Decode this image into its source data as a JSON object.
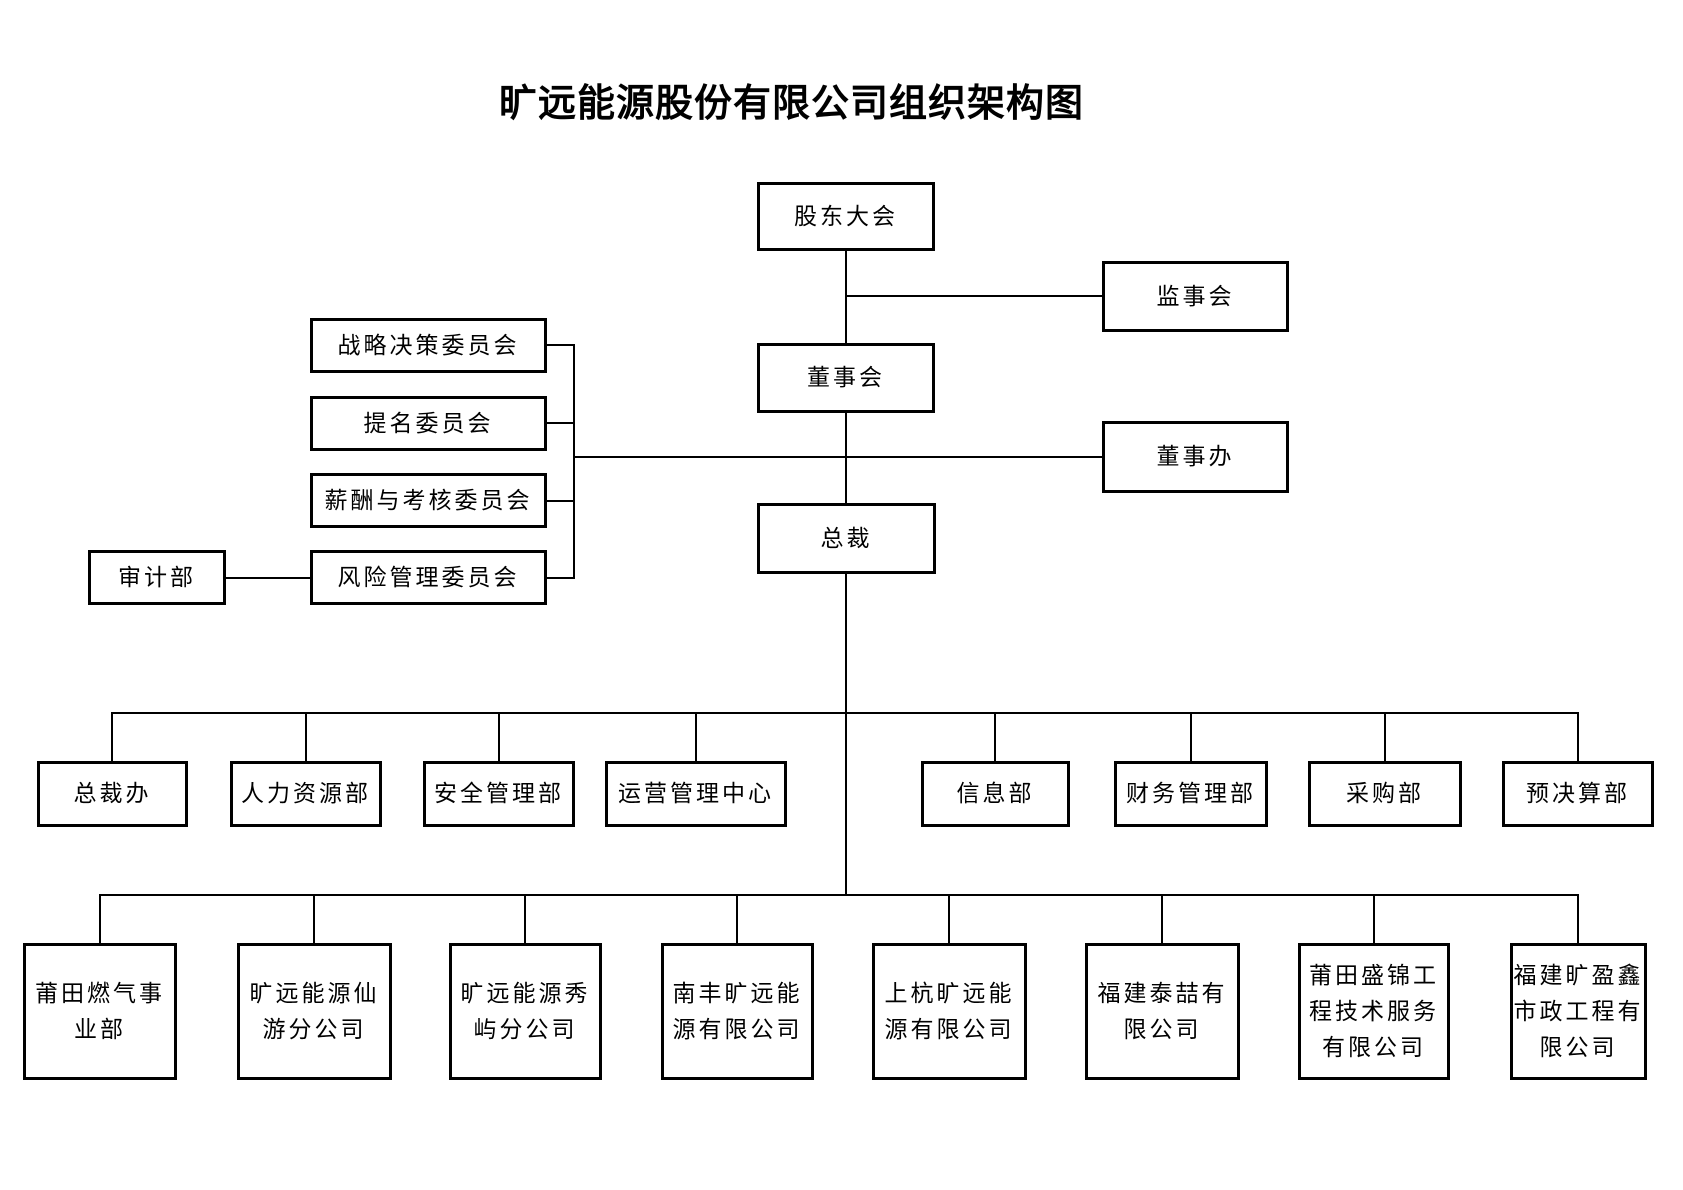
{
  "title": "旷远能源股份有限公司组织架构图",
  "nodes": {
    "shareholders_meeting": "股东大会",
    "supervisory_board": "监事会",
    "board_of_directors": "董事会",
    "board_office": "董事办",
    "strategy_committee": "战略决策委员会",
    "nomination_committee": "提名委员会",
    "compensation_committee": "薪酬与考核委员会",
    "risk_committee": "风险管理委员会",
    "audit_dept": "审计部",
    "president": "总裁",
    "president_office": "总裁办",
    "hr_dept": "人力资源部",
    "safety_dept": "安全管理部",
    "operations_center": "运营管理中心",
    "information_dept": "信息部",
    "finance_dept": "财务管理部",
    "procurement_dept": "采购部",
    "budget_dept": "预决算部",
    "putian_gas_division": "莆田燃气事\n业部",
    "xianyou_branch": "旷远能源仙\n游分公司",
    "xiuyu_branch": "旷远能源秀\n屿分公司",
    "nanfeng_company": "南丰旷远能\n源有限公司",
    "shanghang_company": "上杭旷远能\n源有限公司",
    "fujian_taizhe_company": "福建泰喆有\n限公司",
    "putian_shengjin_company": "莆田盛锦工\n程技术服务\n有限公司",
    "fujian_kuangyingxin_company": "福建旷盈鑫\n市政工程有\n限公司"
  },
  "edges": [
    [
      "shareholders_meeting",
      "supervisory_board"
    ],
    [
      "shareholders_meeting",
      "board_of_directors"
    ],
    [
      "board_of_directors",
      "strategy_committee"
    ],
    [
      "board_of_directors",
      "nomination_committee"
    ],
    [
      "board_of_directors",
      "compensation_committee"
    ],
    [
      "board_of_directors",
      "risk_committee"
    ],
    [
      "risk_committee",
      "audit_dept"
    ],
    [
      "board_of_directors",
      "board_office"
    ],
    [
      "board_of_directors",
      "president"
    ],
    [
      "president",
      "president_office"
    ],
    [
      "president",
      "hr_dept"
    ],
    [
      "president",
      "safety_dept"
    ],
    [
      "president",
      "operations_center"
    ],
    [
      "president",
      "information_dept"
    ],
    [
      "president",
      "finance_dept"
    ],
    [
      "president",
      "procurement_dept"
    ],
    [
      "president",
      "budget_dept"
    ],
    [
      "president",
      "putian_gas_division"
    ],
    [
      "president",
      "xianyou_branch"
    ],
    [
      "president",
      "xiuyu_branch"
    ],
    [
      "president",
      "nanfeng_company"
    ],
    [
      "president",
      "shanghang_company"
    ],
    [
      "president",
      "fujian_taizhe_company"
    ],
    [
      "president",
      "putian_shengjin_company"
    ],
    [
      "president",
      "fujian_kuangyingxin_company"
    ]
  ],
  "colors": {
    "background": "#ffffff",
    "line": "#000000",
    "text": "#000000"
  }
}
